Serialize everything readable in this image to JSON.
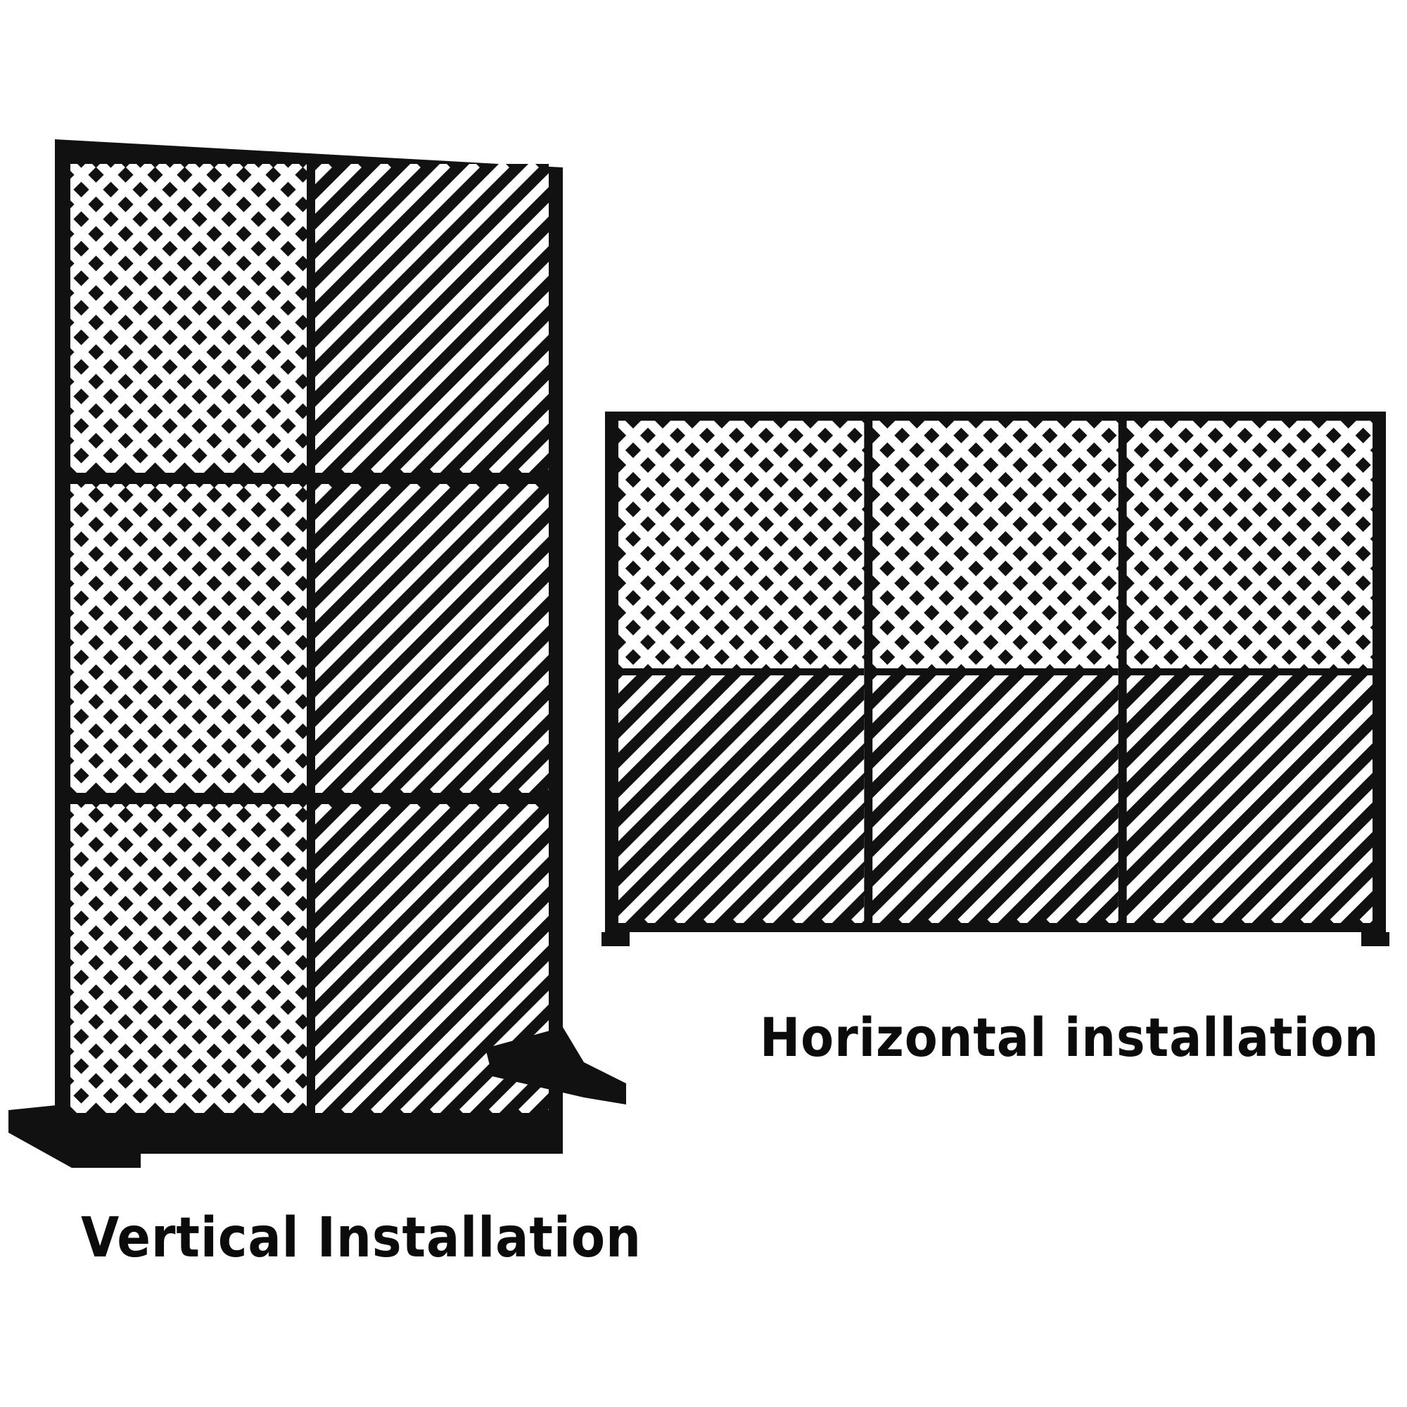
{
  "figures": {
    "vertical": {
      "caption": "Vertical Installation",
      "panel_count": 3,
      "orientation": "vertical"
    },
    "horizontal": {
      "caption": "Horizontal installation",
      "panel_count": 3,
      "orientation": "horizontal"
    }
  },
  "colors": {
    "metal": "#111111",
    "cutout": "#ffffff",
    "background": "#ffffff"
  }
}
